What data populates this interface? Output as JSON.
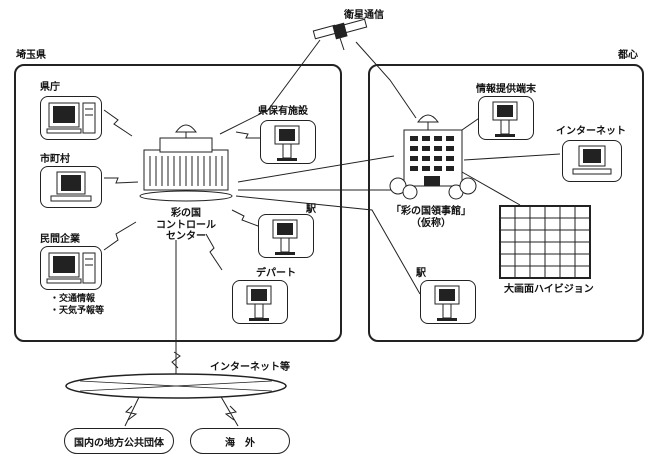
{
  "regions": {
    "saitama": "埼玉県",
    "tokyo": "都心"
  },
  "satellite_label": "衛星通信",
  "nodes": {
    "kencho": "県庁",
    "shichoson": "市町村",
    "minkan": "民間企業",
    "ken_hoyu": "県保有施設",
    "eki_left": "駅",
    "depart": "デパート",
    "center_line1": "彩の国",
    "center_line2": "コントロール",
    "center_line3": "センター",
    "jimusho_line1": "「彩の国領事館」",
    "jimusho_line2": "（仮称）",
    "joho_teikyo": "情報提供端末",
    "internet_terminal": "インターネット",
    "eki_right": "駅",
    "big_screen": "大画面ハイビジョン"
  },
  "minkan_notes": [
    "・交通情報",
    "・天気予報等"
  ],
  "network_label": "インターネット等",
  "bottom": {
    "local_gov": "国内の地方公共団体",
    "overseas": "海　外"
  }
}
